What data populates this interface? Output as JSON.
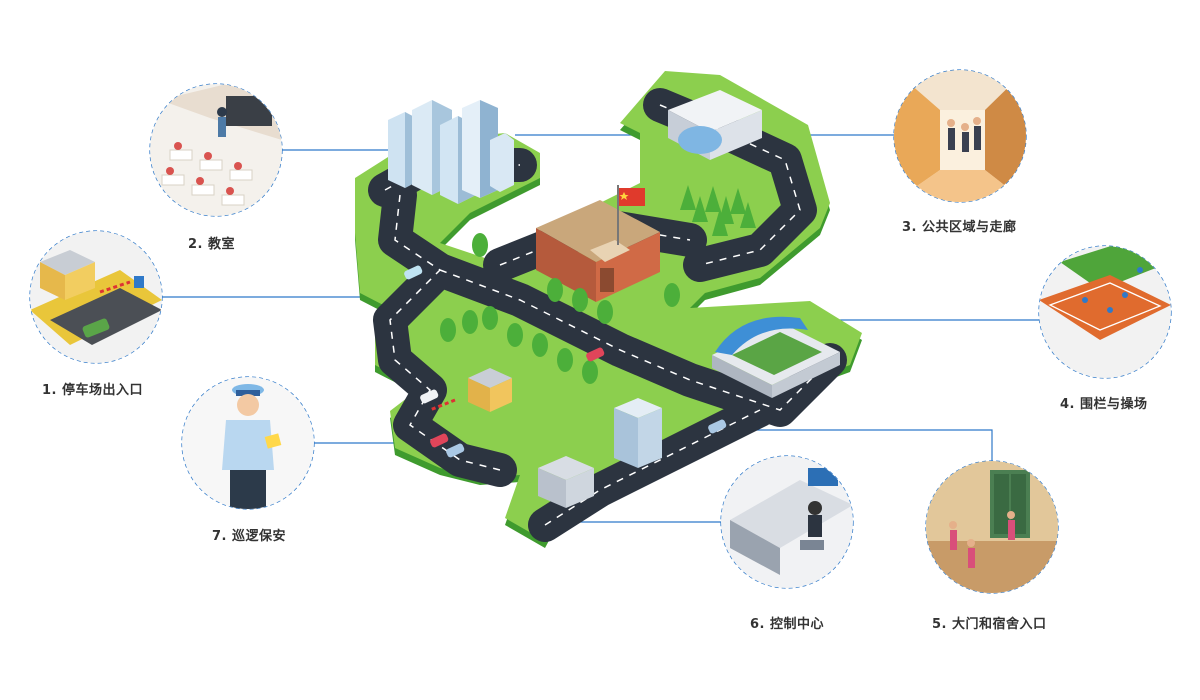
{
  "hotspots": [
    {
      "id": "classroom",
      "label": "2. 教室"
    },
    {
      "id": "parking",
      "label": "1. 停车场出入口"
    },
    {
      "id": "patrol",
      "label": "7. 巡逻保安"
    },
    {
      "id": "corridor",
      "label": "3. 公共区域与走廊"
    },
    {
      "id": "playground",
      "label": "4. 围栏与操场"
    },
    {
      "id": "dorm",
      "label": "5. 大门和宿舍入口"
    },
    {
      "id": "control",
      "label": "6. 控制中心"
    }
  ],
  "colors": {
    "connector": "#2f79c9",
    "grass": "#8ccf4e",
    "grass_edge": "#3f9b2e",
    "road": "#2c3440",
    "road_line": "#ffffff"
  }
}
